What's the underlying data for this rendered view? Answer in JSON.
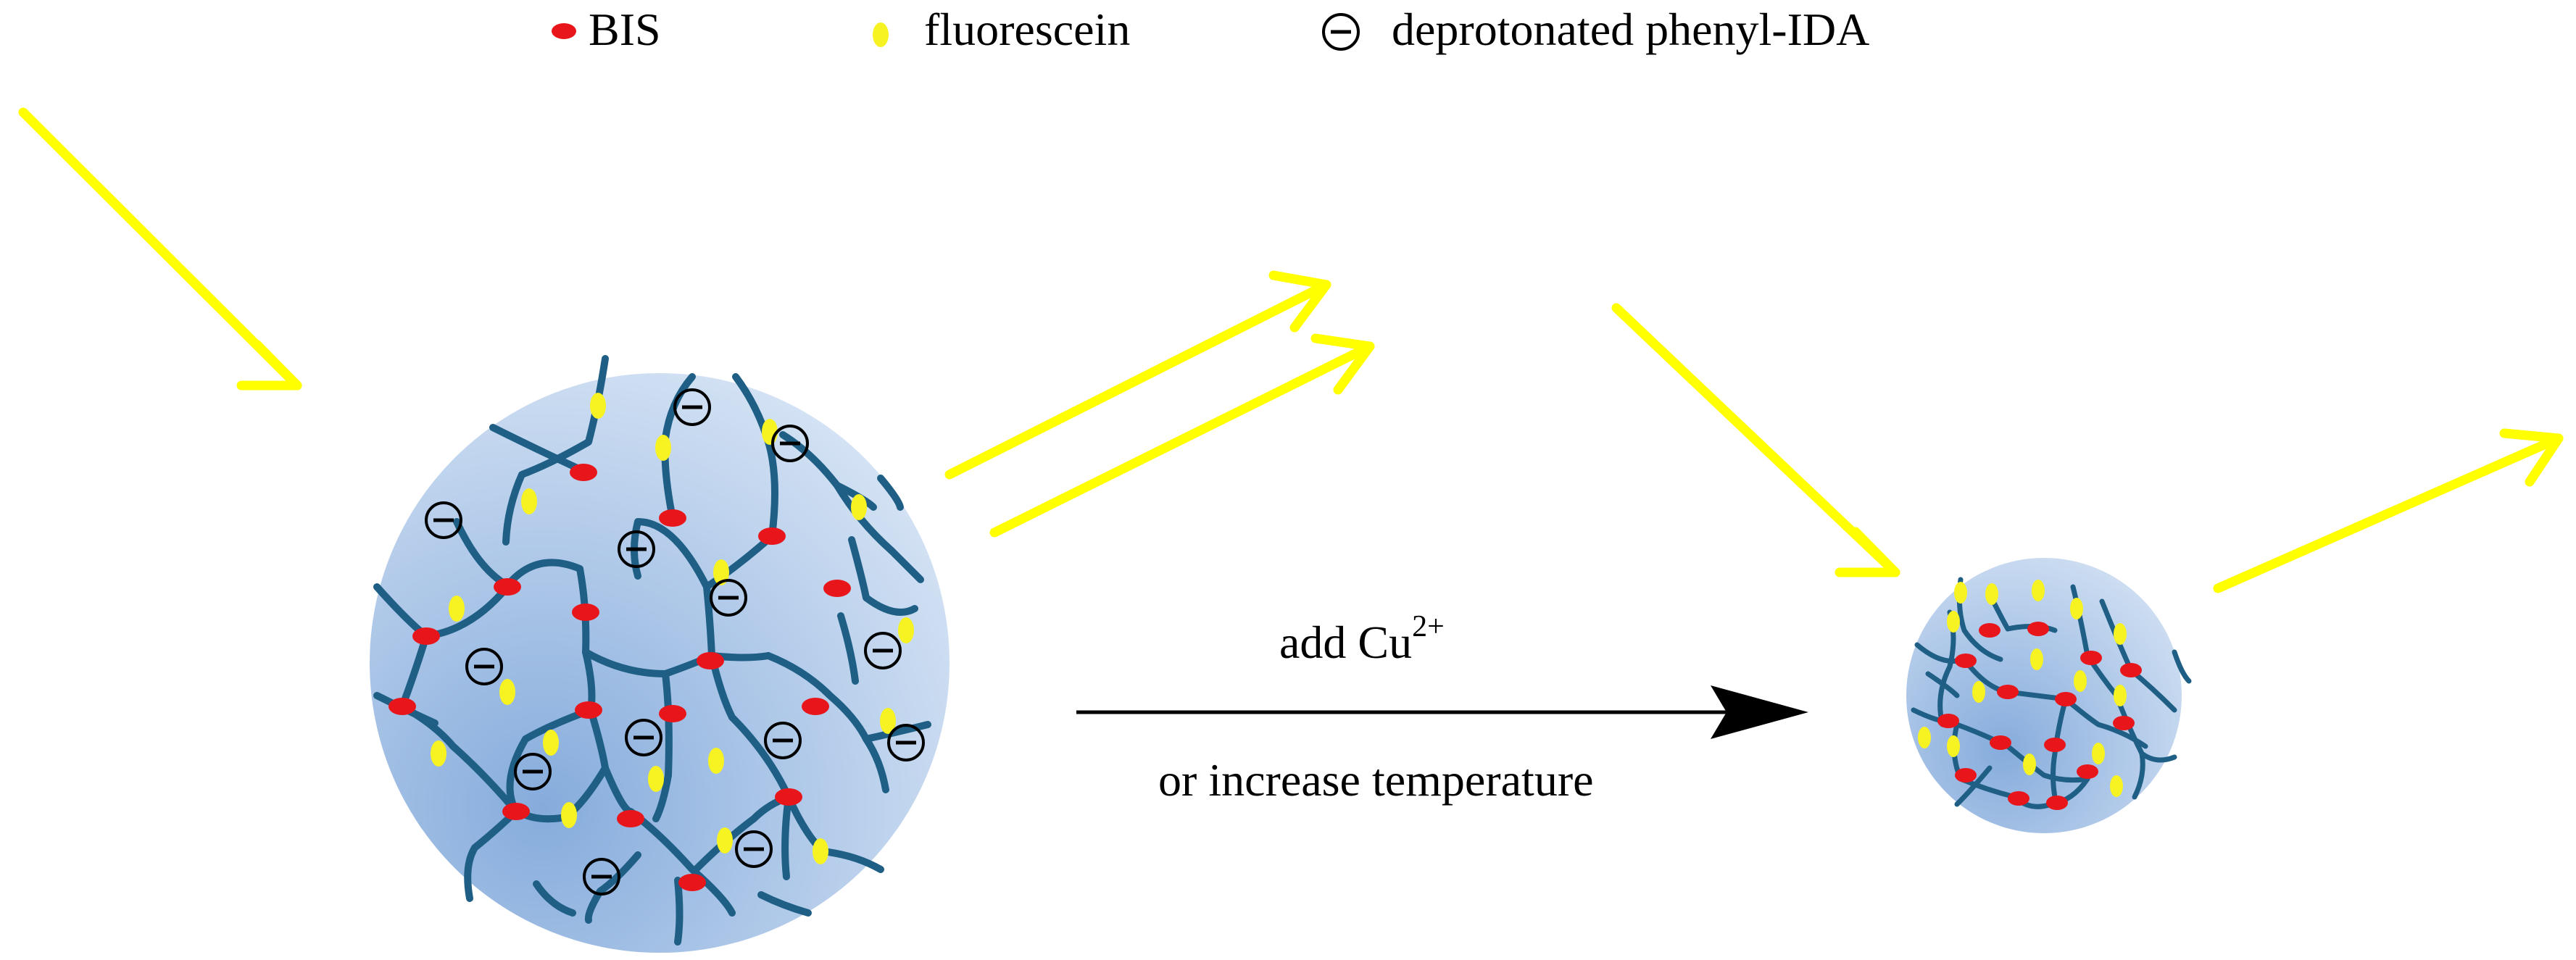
{
  "legend": {
    "bis_label": "BIS",
    "fluorescein_label": "fluorescein",
    "ida_label": "deprotonated phenyl-IDA",
    "minus_sign": "−"
  },
  "reaction": {
    "condition_prefix": "add Cu",
    "condition_superscript": "2+",
    "condition_alt": "or increase temperature"
  },
  "colors": {
    "bis": "#e8161b",
    "fluorescein": "#f7f322",
    "light_ray": "#ffff00",
    "polymer_chain": "#1f5f86",
    "gel_particle_center": "#8fb4e0",
    "gel_particle_edge": "#d4e3f5",
    "reaction_arrow": "#000000"
  },
  "icons": {
    "bis": "red-ellipse-icon",
    "fluorescein": "yellow-ellipse-icon",
    "ida": "circled-minus-icon"
  }
}
